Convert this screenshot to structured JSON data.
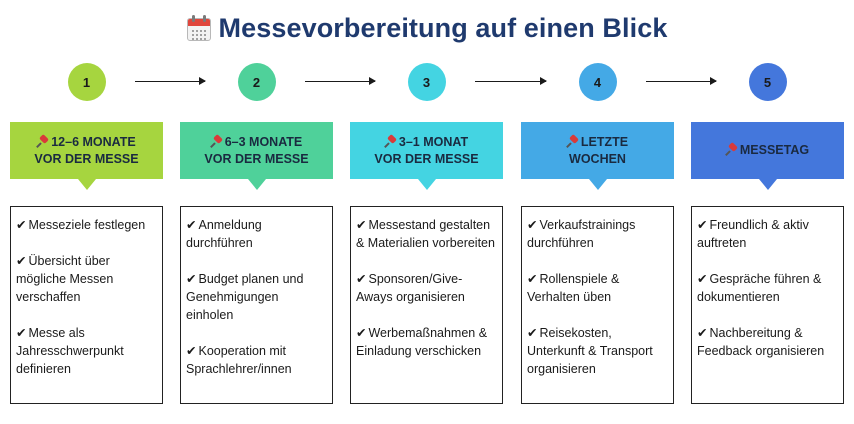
{
  "header": {
    "title": "Messevorbereitung auf einen Blick",
    "icon": "calendar-icon"
  },
  "steps": [
    {
      "number": "1",
      "color": "#a6d53f",
      "banner": [
        "12–6 MONATE",
        "VOR DER MESSE"
      ],
      "items": [
        "Messeziele festlegen",
        "Übersicht über mögliche Messen verschaffen",
        "Messe als Jahresschwerpunkt definieren"
      ]
    },
    {
      "number": "2",
      "color": "#4fd19a",
      "banner": [
        "6–3 MONATE",
        "VOR DER MESSE"
      ],
      "items": [
        "Anmeldung durchführen",
        "Budget planen und Genehmigungen einholen",
        "Kooperation mit Sprachlehrer/innen"
      ]
    },
    {
      "number": "3",
      "color": "#44d4e2",
      "banner": [
        "3–1 MONAT",
        "VOR DER MESSE"
      ],
      "items": [
        "Messestand gestalten & Materialien vorbereiten",
        "Sponsoren/Give-Aways organisieren",
        "Werbemaßnahmen & Einladung verschicken"
      ]
    },
    {
      "number": "4",
      "color": "#44a9e6",
      "banner": [
        "LETZTE",
        "WOCHEN"
      ],
      "items": [
        "Verkaufstrainings durchführen",
        "Rollenspiele & Verhalten üben",
        "Reisekosten, Unterkunft & Transport organisieren"
      ]
    },
    {
      "number": "5",
      "color": "#4477dc",
      "banner": [
        "MESSETAG"
      ],
      "items": [
        "Freundlich & aktiv auftreten",
        "Gespräche führen & dokumentieren",
        "Nachbereitung & Feedback organisieren"
      ]
    }
  ],
  "check_symbol": "✔"
}
